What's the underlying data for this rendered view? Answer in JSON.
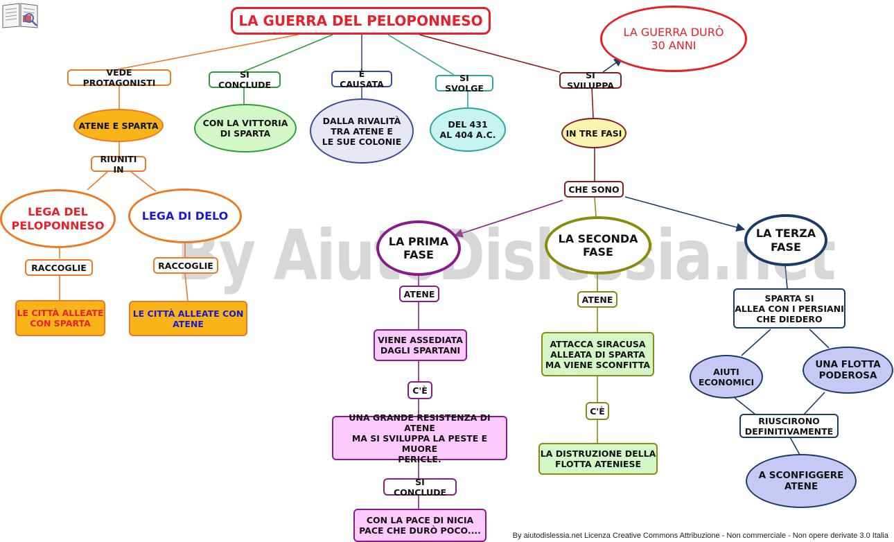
{
  "title": "LA GUERRA DEL PELOPONNESO",
  "duration": "LA GUERRA DURÒ\n30 ANNI",
  "watermark": "By AiutoDislessia.net",
  "footer": "By aiutodislessia.net Licenza Creative Commons Attribuzione - Non commerciale - Non opere derivate 3.0 Italia",
  "branches": {
    "protagonisti": {
      "label": "VEDE PROTAGONISTI",
      "node": "ATENE E SPARTA",
      "union_label": "RIUNITI IN",
      "lega_peloponneso": "LEGA DEL\nPELOPONNESO",
      "lega_delo": "LEGA DI DELO",
      "raccoglie_1": "RACCOGLIE",
      "raccoglie_2": "RACCOGLIE",
      "alleati_sparta": "LE CITTÀ ALLEATE\nCON SPARTA",
      "alleati_atene": "LE CITTÀ ALLEATE CON\nATENE"
    },
    "conclusione": {
      "label": "SI CONCLUDE",
      "node": "CON LA VITTORIA\nDI SPARTA"
    },
    "causa": {
      "label": "È CAUSATA",
      "node": "DALLA RIVALITÀ\nTRA ATENE E\nLE SUE COLONIE"
    },
    "svolgimento": {
      "label": "SI SVOLGE",
      "node": "DEL 431\nAL 404 A.C."
    },
    "sviluppo": {
      "label": "SI SVILUPPA",
      "node": "IN TRE FASI",
      "sub_label": "CHE SONO"
    }
  },
  "fasi": {
    "prima": {
      "title": "LA PRIMA\nFASE",
      "l1": "ATENE",
      "b1": "VIENE ASSEDIATA\nDAGLI SPARTANI",
      "l2": "C'È",
      "b2": "UNA GRANDE RESISTENZA DI ATENE\nMA SI SVILUPPA LA PESTE E MUORE\nPERICLE.",
      "l3": "SI CONCLUDE",
      "b3": "CON LA PACE DI NICIA\nPACE CHE DURÒ POCO...."
    },
    "seconda": {
      "title": "LA SECONDA\nFASE",
      "l1": "ATENE",
      "b1": "ATTACCA SIRACUSA\nALLEATA DI SPARTA\nMA VIENE SCONFITTA",
      "l2": "C'È",
      "b2": "LA DISTRUZIONE DELLA\nFLOTTA ATENIESE"
    },
    "terza": {
      "title": "LA TERZA\nFASE",
      "b1": "SPARTA SI\nALLEA CON I PERSIANI\nCHE DIEDERO",
      "e1": "AIUTI\nECONOMICI",
      "e2": "UNA FLOTTA\nPODEROSA",
      "l1": "RIUSCIRONO\nDEFINITIVAMENTE",
      "e3": "A SCONFIGGERE\nATENE"
    }
  },
  "colors": {
    "title_border": "#e8202a",
    "red_text": "#e8202a",
    "blue_text": "#1a1acc",
    "orange": "#f07820",
    "green": "#2f9d3a",
    "navy": "#3a4a9a",
    "teal": "#2aa6a0",
    "maroon": "#8b1a1a",
    "purple": "#8a1a8a",
    "olive": "#8a8a10",
    "darkblue": "#1a3a6a"
  }
}
